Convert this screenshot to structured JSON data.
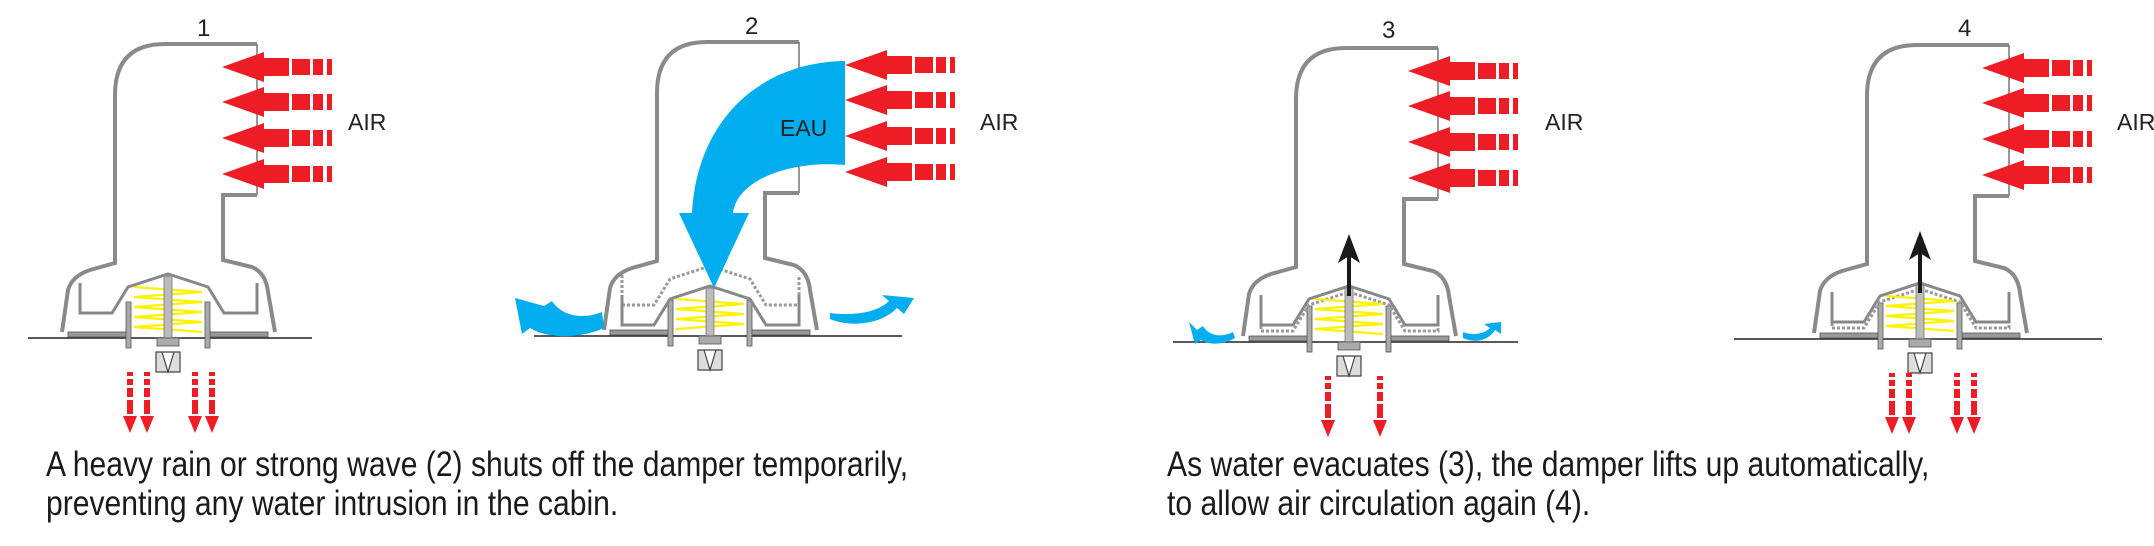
{
  "colors": {
    "air_arrow": "#ee1c25",
    "water": "#00aeef",
    "duct": "#8a8a8a",
    "spring": "#fff200",
    "lift_arrow": "#1a1a1a"
  },
  "panels": [
    {
      "number": "1",
      "air_label": "AIR",
      "state": "open",
      "water": false,
      "lift_arrow": false,
      "down_arrows": 4
    },
    {
      "number": "2",
      "air_label": "AIR",
      "water_label": "EAU",
      "state": "closed",
      "water": true,
      "splash": "large",
      "lift_arrow": false,
      "down_arrows": 0
    },
    {
      "number": "3",
      "air_label": "AIR",
      "state": "lifting",
      "water": false,
      "splash": "small",
      "lift_arrow": true,
      "down_arrows": 2
    },
    {
      "number": "4",
      "air_label": "AIR",
      "state": "lifting",
      "water": false,
      "lift_arrow": true,
      "down_arrows": 4
    }
  ],
  "captions": [
    {
      "lines": [
        "A heavy rain or strong wave (2) shuts off the damper temporarily,",
        "preventing any water intrusion in the cabin."
      ]
    },
    {
      "lines": [
        "As water evacuates (3), the damper lifts up automatically,",
        "to allow air circulation again (4)."
      ]
    }
  ]
}
